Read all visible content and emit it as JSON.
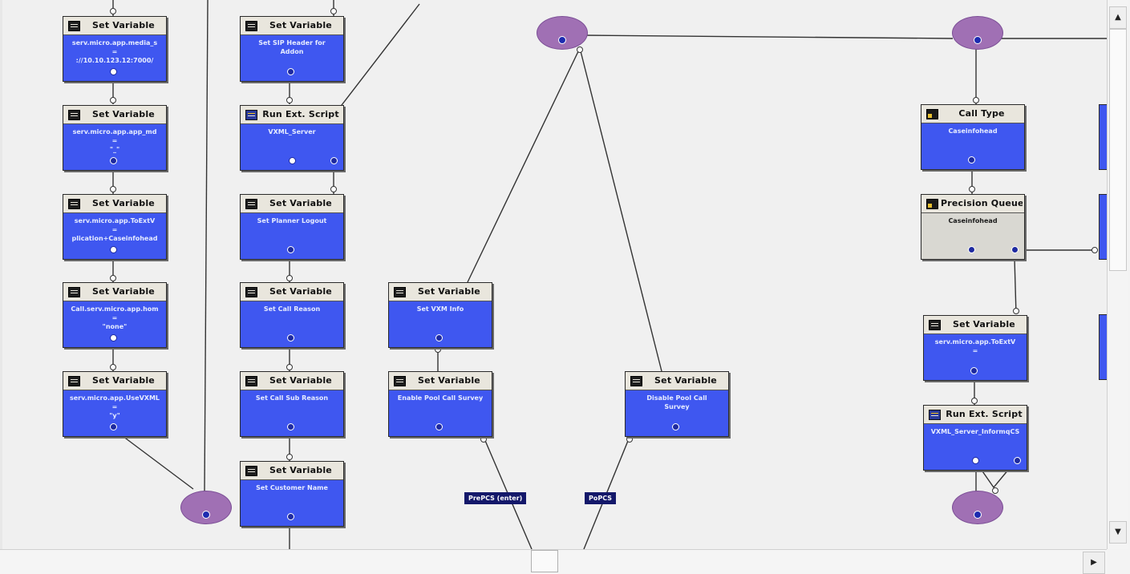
{
  "nodes": [
    {
      "id": "a1",
      "title": "Set Variable",
      "body": "serv.micro.app.media_s\n=\n://10.10.123.12:7000/"
    },
    {
      "id": "a2",
      "title": "Set Variable",
      "body": "serv.micro.app.app_md\n=\n\"_\""
    },
    {
      "id": "a3",
      "title": "Set Variable",
      "body": "serv.micro.app.ToExtV\n=\nplication+Caseinfohead"
    },
    {
      "id": "a4",
      "title": "Set Variable",
      "body": "Call.serv.micro.app.hom\n=\n\"none\""
    },
    {
      "id": "a5",
      "title": "Set Variable",
      "body": "serv.micro.app.UseVXML\n=\n\"y\""
    },
    {
      "id": "b1",
      "title": "Set Variable",
      "body": "Set SIP Header for\nAddon"
    },
    {
      "id": "b2",
      "title": "Run Ext. Script",
      "body": "VXML_Server"
    },
    {
      "id": "b3",
      "title": "Set Variable",
      "body": "Set Planner Logout"
    },
    {
      "id": "b4",
      "title": "Set Variable",
      "body": "Set Call Reason"
    },
    {
      "id": "b5",
      "title": "Set Variable",
      "body": "Set Call Sub Reason"
    },
    {
      "id": "b6",
      "title": "Set Variable",
      "body": "Set Customer Name"
    },
    {
      "id": "c1",
      "title": "Set Variable",
      "body": "Set VXM Info"
    },
    {
      "id": "c2",
      "title": "Set Variable",
      "body": "Enable Pool Call Survey"
    },
    {
      "id": "d1",
      "title": "Set Variable",
      "body": "Disable Pool Call\nSurvey"
    },
    {
      "id": "e1",
      "title": "Call Type",
      "body": "Caseinfohead"
    },
    {
      "id": "e2",
      "title": "Precision Queue",
      "body": "Caseinfohead"
    },
    {
      "id": "e3",
      "title": "Set Variable",
      "body": "serv.micro.app.ToExtV\n="
    },
    {
      "id": "e4",
      "title": "Run Ext. Script",
      "body": "VXML_Server_InformqCS"
    }
  ],
  "labels": [
    "PrePCS (enter)",
    "PoPCS"
  ],
  "icons": [
    "set-variable-icon",
    "run-ext-script-icon",
    "call-type-icon",
    "precision-queue-icon",
    "connector-ellipse",
    "scroll-up-arrow",
    "scroll-down-arrow",
    "scroll-right-arrow"
  ],
  "colors": {
    "node_body": "#3f57f0",
    "node_header": "#e9e6dd",
    "connector": "#a070b4",
    "label_bg": "#14186a",
    "canvas": "#f0f0f0"
  }
}
